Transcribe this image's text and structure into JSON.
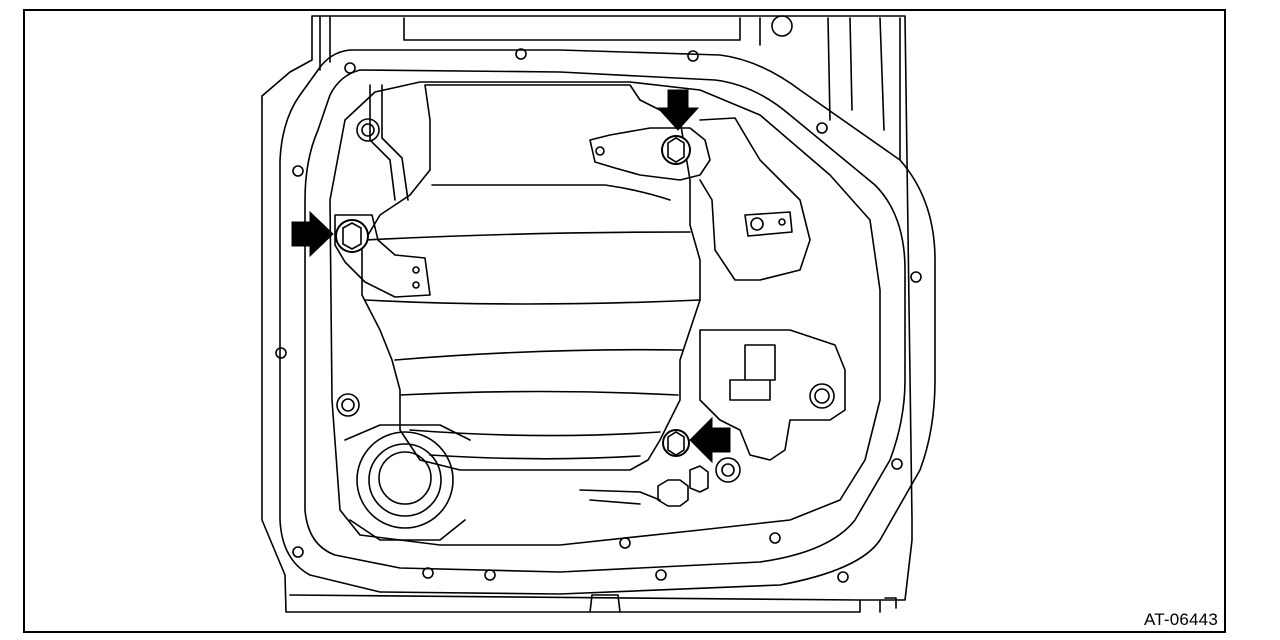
{
  "figure": {
    "code": "AT-06443"
  },
  "callouts": [
    {
      "id": "arrow-top",
      "direction": "down",
      "target": "bolt-upper-right"
    },
    {
      "id": "arrow-left",
      "direction": "right",
      "target": "bolt-left"
    },
    {
      "id": "arrow-bottom",
      "direction": "left",
      "target": "bolt-lower"
    }
  ],
  "colors": {
    "line": "#000000",
    "background": "#ffffff",
    "arrow": "#000000"
  }
}
